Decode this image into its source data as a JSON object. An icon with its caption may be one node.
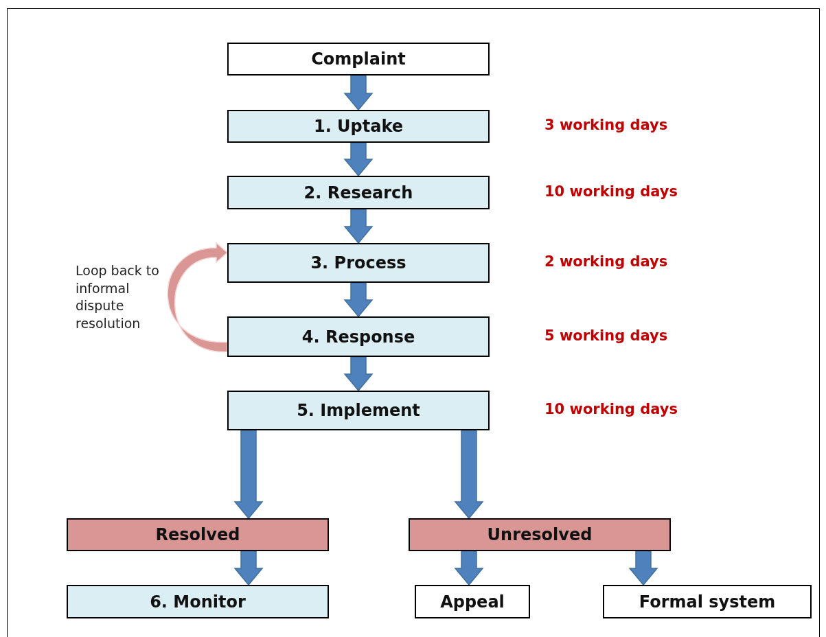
{
  "diagram": {
    "nodes": [
      {
        "text": [
          "Complaint"
        ]
      },
      {
        "text": [
          "1. Uptake"
        ],
        "beside": [
          "3 working days"
        ]
      },
      {
        "text": [
          "2. Research"
        ],
        "beside": [
          "10 working days"
        ]
      },
      {
        "text": [
          "3. Process"
        ],
        "beside": [
          "2 working days"
        ]
      },
      {
        "text": [
          "4. Response"
        ],
        "beside": [
          "5 working days"
        ]
      },
      {
        "text": [
          "5. Implement"
        ],
        "beside": [
          "10 working days"
        ]
      },
      {
        "text": [
          "Resolved"
        ]
      },
      {
        "text": [
          "Unresolved"
        ]
      },
      {
        "text": [
          "6. Monitor"
        ]
      },
      {
        "text": [
          "Appeal"
        ]
      },
      {
        "text": [
          "Formal system"
        ]
      }
    ],
    "edges": [
      {
        "from": 0,
        "to": 1,
        "arrow": "to",
        "style": "thick"
      },
      {
        "from": 1,
        "to": 2,
        "arrow": "to",
        "style": "thick"
      },
      {
        "from": 2,
        "to": 3,
        "arrow": "to",
        "style": "thick"
      },
      {
        "from": 3,
        "to": 4,
        "arrow": "to",
        "style": "thick"
      },
      {
        "from": 4,
        "to": 5,
        "arrow": "to",
        "style": "thick"
      },
      {
        "from": 5,
        "to": 6,
        "arrow": "to",
        "style": "thick"
      },
      {
        "from": 5,
        "to": 7,
        "arrow": "to",
        "style": "thick"
      },
      {
        "from": 6,
        "to": 8,
        "arrow": "to",
        "style": "thick"
      },
      {
        "from": 7,
        "to": 9,
        "arrow": "to",
        "style": "thick"
      },
      {
        "from": 7,
        "to": 10,
        "arrow": "to",
        "style": "thick"
      },
      {
        "from": 4,
        "to": 3,
        "arrow": "to",
        "style": "thick",
        "color": "#d99694",
        "label": "Loop back to informal dispute resolution"
      }
    ]
  }
}
